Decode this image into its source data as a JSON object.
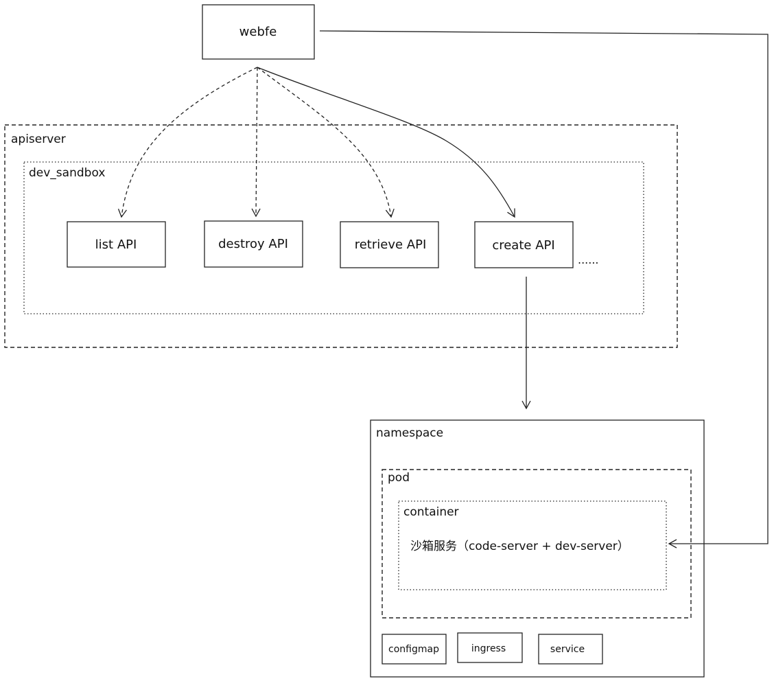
{
  "nodes": {
    "webfe": "webfe",
    "apiserver": "apiserver",
    "dev_sandbox": "dev_sandbox",
    "list_api": "list API",
    "destroy_api": "destroy API",
    "retrieve_api": "retrieve API",
    "create_api": "create API",
    "ellipsis": "......",
    "namespace": "namespace",
    "pod": "pod",
    "container": "container",
    "sandbox_service": "沙箱服务（code-server + dev-server）",
    "configmap": "configmap",
    "ingress": "ingress",
    "service": "service"
  },
  "edges": [
    {
      "from": "webfe",
      "to": "list API",
      "style": "dashed"
    },
    {
      "from": "webfe",
      "to": "destroy API",
      "style": "dashed"
    },
    {
      "from": "webfe",
      "to": "retrieve API",
      "style": "dashed"
    },
    {
      "from": "webfe",
      "to": "create API",
      "style": "solid"
    },
    {
      "from": "create API",
      "to": "namespace",
      "style": "solid"
    },
    {
      "from": "webfe",
      "to": "沙箱服务（code-server + dev-server）",
      "style": "solid"
    }
  ],
  "colors": {
    "stroke": "#222222",
    "text": "#111111",
    "background": "#ffffff"
  }
}
